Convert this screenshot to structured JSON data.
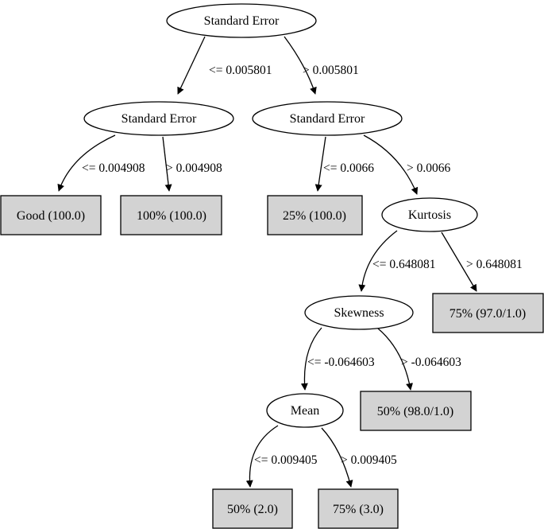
{
  "tree": {
    "nodes": {
      "n1": "Standard Error",
      "n2": "Standard Error",
      "n3": "Standard Error",
      "n4": "Good (100.0)",
      "n5": "100% (100.0)",
      "n6": "25% (100.0)",
      "n7": "Kurtosis",
      "n8": "Skewness",
      "n9": "75% (97.0/1.0)",
      "n10": "Mean",
      "n11": "50% (98.0/1.0)",
      "n12": "50% (2.0)",
      "n13": "75% (3.0)"
    },
    "edges": {
      "e1": "<= 0.005801",
      "e2": "> 0.005801",
      "e3": "<= 0.004908",
      "e4": "> 0.004908",
      "e5": "<= 0.0066",
      "e6": "> 0.0066",
      "e7": "<= 0.648081",
      "e8": "> 0.648081",
      "e9": "<= -0.064603",
      "e10": "> -0.064603",
      "e11": "<= 0.009405",
      "e12": "> 0.009405"
    },
    "colors": {
      "leaf_fill": "#d3d3d3",
      "stroke": "#000000"
    }
  }
}
